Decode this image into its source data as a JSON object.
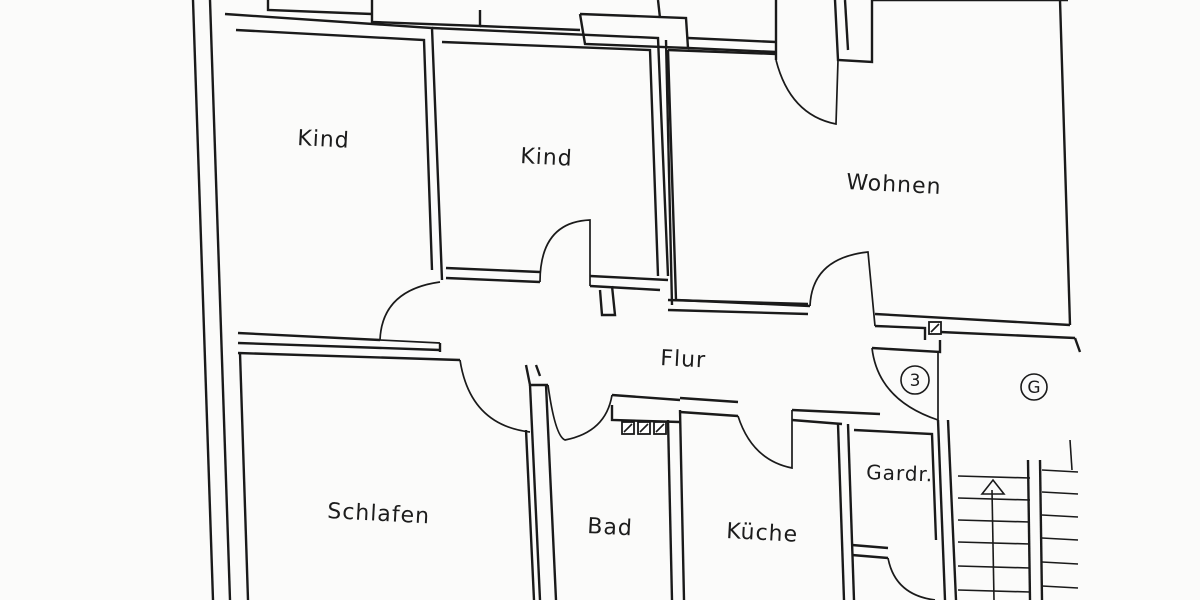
{
  "plan": {
    "rooms": {
      "kind_left": "Kind",
      "kind_middle": "Kind",
      "wohnen": "Wohnen",
      "flur": "Flur",
      "schlafen": "Schlafen",
      "bad": "Bad",
      "kueche": "Küche",
      "gardr": "Gardr."
    },
    "markers": {
      "circle_number": "3",
      "circle_letter": "G"
    }
  }
}
